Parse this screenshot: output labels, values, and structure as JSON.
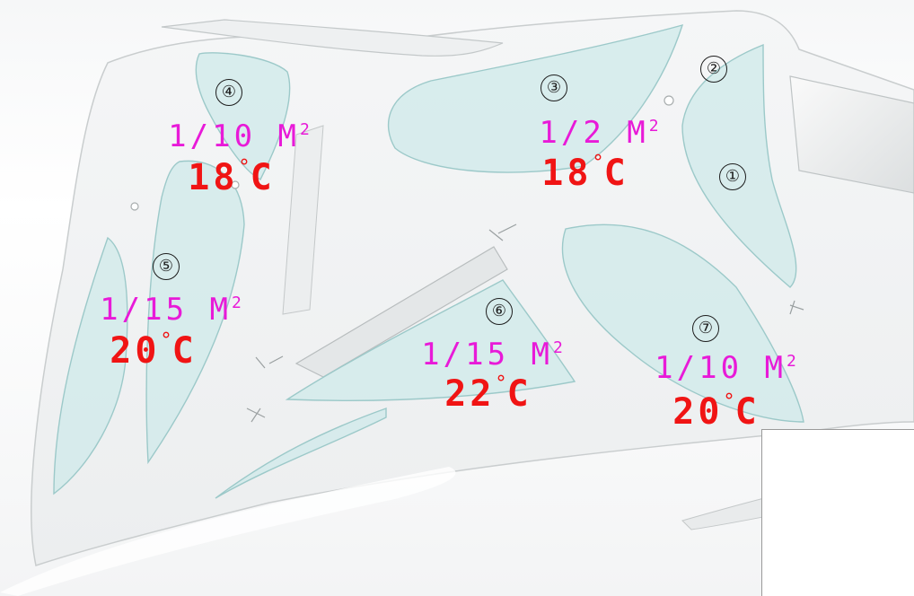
{
  "diagram": {
    "colors": {
      "background": "#ffffff",
      "body": "#f1f3f4",
      "chamber_fill": "#cfeaea",
      "chamber_stroke": "#9cc9c9",
      "number_ring": "#1d1d1d",
      "area_text": "#e81ad8",
      "temp_text": "#f01414"
    },
    "zones": [
      {
        "id": "1",
        "number": "①",
        "area": "",
        "area_sup": "",
        "temp": "",
        "temp_unit": ""
      },
      {
        "id": "2",
        "number": "②",
        "area": "",
        "area_sup": "",
        "temp": "",
        "temp_unit": ""
      },
      {
        "id": "3",
        "number": "③",
        "area": "1/2 M",
        "area_sup": "2",
        "temp": "18",
        "temp_unit": "C"
      },
      {
        "id": "4",
        "number": "④",
        "area": "1/10 M",
        "area_sup": "2",
        "temp": "18",
        "temp_unit": "C"
      },
      {
        "id": "5",
        "number": "⑤",
        "area": "1/15 M",
        "area_sup": "2",
        "temp": "20",
        "temp_unit": "C"
      },
      {
        "id": "6",
        "number": "⑥",
        "area": "1/15 M",
        "area_sup": "2",
        "temp": "22",
        "temp_unit": "C"
      },
      {
        "id": "7",
        "number": "⑦",
        "area": "1/10 M",
        "area_sup": "2",
        "temp": "20",
        "temp_unit": "C"
      }
    ]
  }
}
